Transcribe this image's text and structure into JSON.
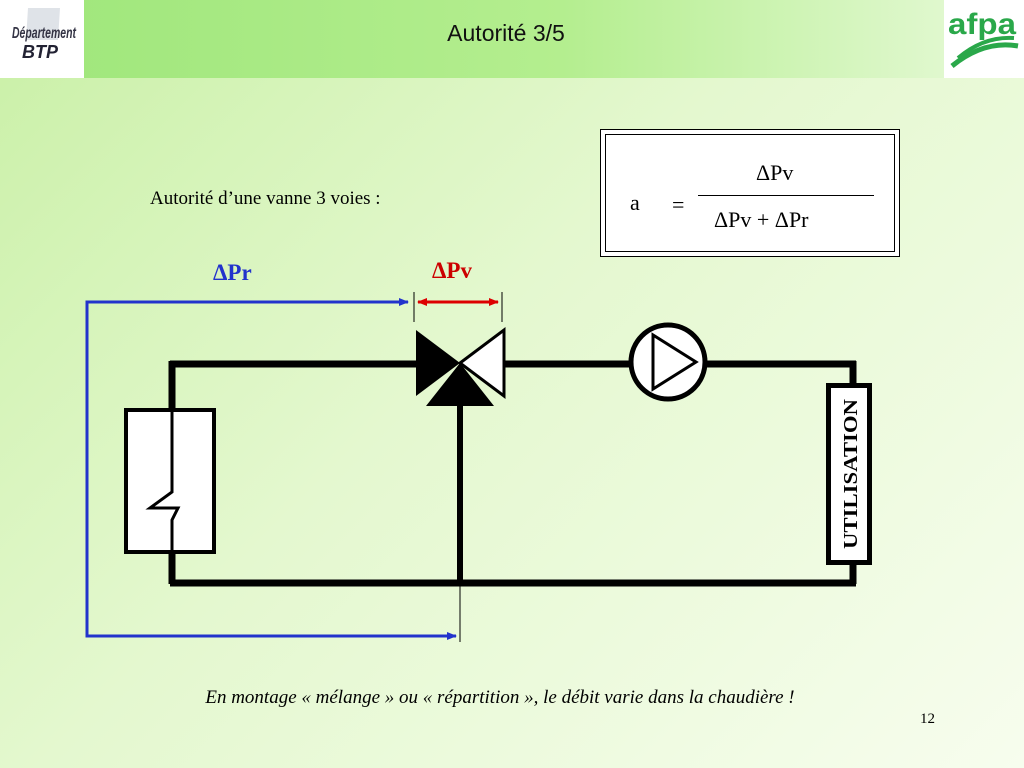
{
  "slide": {
    "title": "Autorité 3/5",
    "page_number": "12"
  },
  "logos": {
    "left": {
      "line1": "Département",
      "line2": "BTP"
    },
    "right": {
      "text": "afpa"
    }
  },
  "text": {
    "intro": "Autorité d’une vanne 3 voies :",
    "caption": "En montage « mélange » ou « répartition », le débit varie dans la chaudière !"
  },
  "formula": {
    "lhs": "a",
    "equals": "=",
    "numerator": "ΔPv",
    "denominator": "ΔPv  +  ΔPr"
  },
  "diagram": {
    "delta_pr_label": "ΔPr",
    "delta_pv_label": "ΔPv",
    "utilisation_label": "UTILISATION",
    "colors": {
      "pipe": "#000000",
      "pr_arrow": "#2233cc",
      "pv_arrow": "#dd0000"
    }
  }
}
